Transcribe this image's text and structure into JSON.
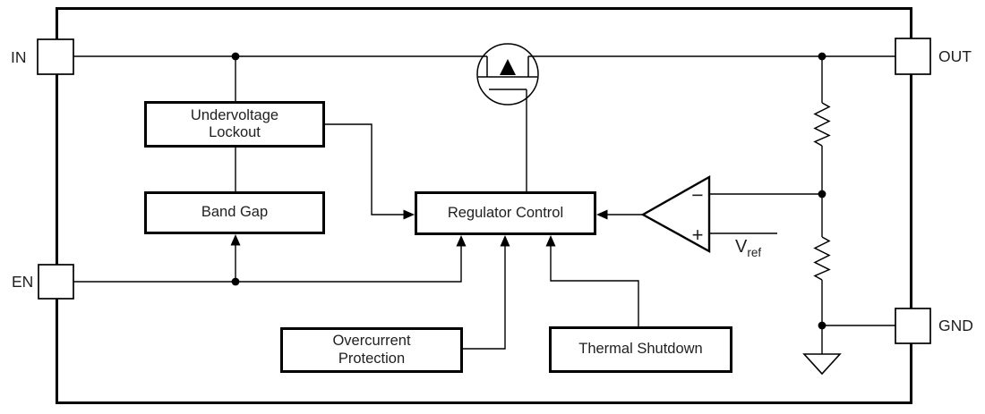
{
  "diagram": {
    "pins": {
      "in": "IN",
      "en": "EN",
      "out": "OUT",
      "gnd": "GND"
    },
    "blocks": {
      "undervoltage_lockout": {
        "line1": "Undervoltage",
        "line2": "Lockout"
      },
      "band_gap": {
        "label": "Band Gap"
      },
      "regulator_control": {
        "label": "Regulator Control"
      },
      "overcurrent_protection": {
        "line1": "Overcurrent",
        "line2": "Protection"
      },
      "thermal_shutdown": {
        "label": "Thermal Shutdown"
      }
    },
    "error_amp": {
      "inverting_label": "−",
      "noninverting_label": "+",
      "reference_main": "V",
      "reference_sub": "ref"
    },
    "colors": {
      "line": "#000000",
      "text": "#1f1f1f",
      "background": "#ffffff"
    }
  }
}
